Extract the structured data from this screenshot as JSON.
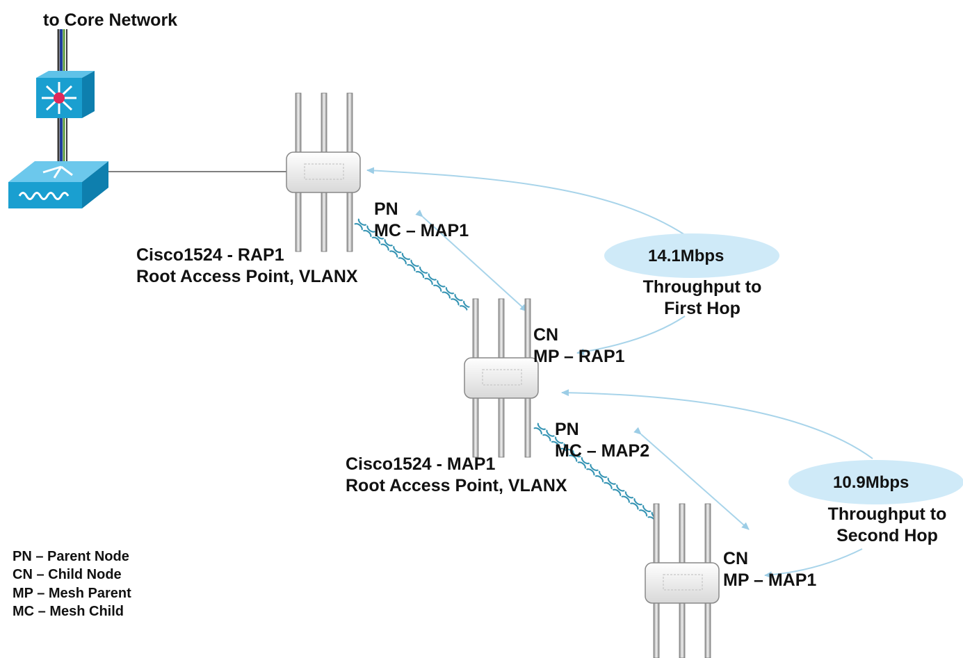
{
  "core_network_label": "to Core Network",
  "rap": {
    "name": "Cisco1524 -  RAP1",
    "role": "Root Access Point, VLANX"
  },
  "map1": {
    "name": "Cisco1524 -  MAP1",
    "role": "Root Access Point, VLANX"
  },
  "link1": {
    "pn": "PN",
    "mc": "MC – MAP1",
    "cn": "CN",
    "mp": "MP  – RAP1"
  },
  "link2": {
    "pn": "PN",
    "mc": "MC – MAP2",
    "cn": "CN",
    "mp": "MP – MAP1"
  },
  "throughput1": {
    "value": "14.1Mbps",
    "line1": "Throughput to",
    "line2": "First Hop"
  },
  "throughput2": {
    "value": "10.9Mbps",
    "line1": "Throughput to",
    "line2": "Second  Hop"
  },
  "legend": [
    "PN – Parent Node",
    "CN – Child Node",
    "MP – Mesh Parent",
    "MC – Mesh Child"
  ],
  "colors": {
    "switch_blue": "#1a9fd0",
    "ellipse_fill": "#cfeaf8",
    "arrow": "#a8d4ea",
    "wireless_link": "#2c8fb0",
    "uplink_blue": "#1f3f9c",
    "uplink_green": "#5a9a3a"
  }
}
